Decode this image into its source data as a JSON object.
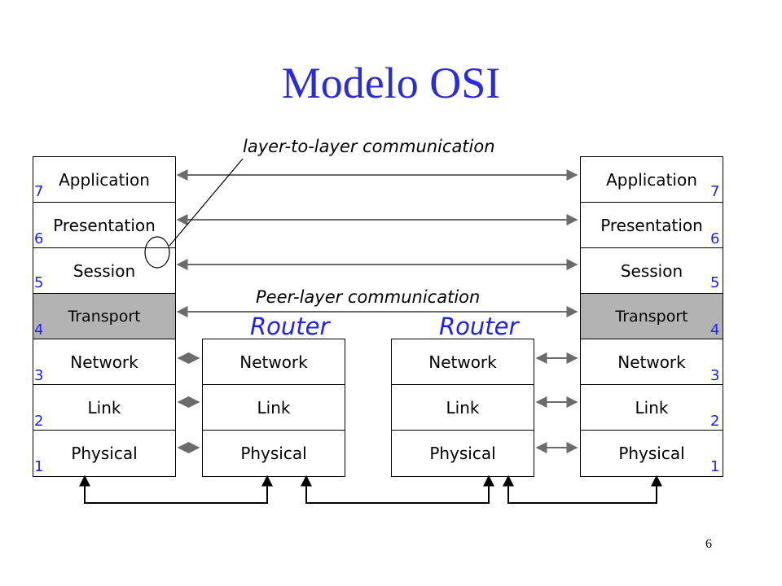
{
  "title": "Modelo OSI",
  "annotations": {
    "layer_to_layer": "layer-to-layer communication",
    "peer_layer": "Peer-layer communication"
  },
  "router_label": "Router",
  "page_number": "6",
  "host_layers": [
    "Application",
    "Presentation",
    "Session",
    "Transport",
    "Network",
    "Link",
    "Physical"
  ],
  "router_layers": [
    "Network",
    "Link",
    "Physical"
  ],
  "layer_numbers": [
    "7",
    "6",
    "5",
    "4",
    "3",
    "2",
    "1"
  ],
  "highlighted_layer": "Transport",
  "colors": {
    "title": "#2a2ae0",
    "numbers": "#2020ff",
    "highlight": "#b3b3b3",
    "arrows": "#6b6b6b"
  }
}
